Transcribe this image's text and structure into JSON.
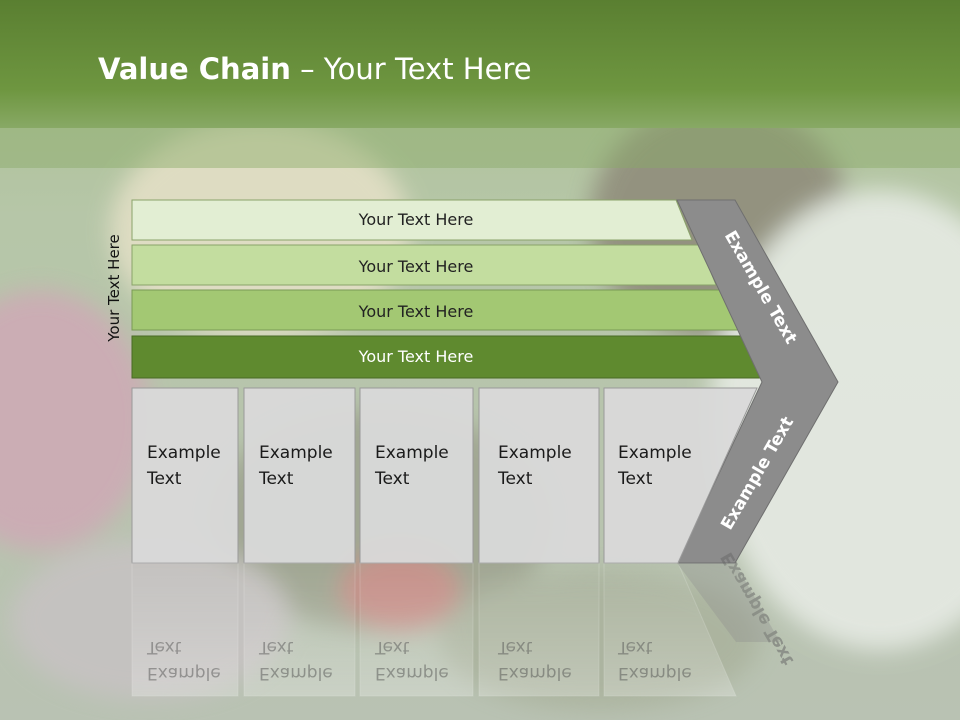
{
  "slide": {
    "title_bold": "Value Chain",
    "title_rest": " – Your Text Here",
    "side_label": "Your Text Here"
  },
  "bars": [
    {
      "label": "Your Text Here",
      "fill": "#e2eed3",
      "text_color": "#222222"
    },
    {
      "label": "Your Text Here",
      "fill": "#c3dd9f",
      "text_color": "#222222"
    },
    {
      "label": "Your Text Here",
      "fill": "#a3c873",
      "text_color": "#222222"
    },
    {
      "label": "Your Text Here",
      "fill": "#5f8a2f",
      "text_color": "#ffffff"
    }
  ],
  "boxes": [
    {
      "line1": "Example",
      "line2": "Text"
    },
    {
      "line1": "Example",
      "line2": "Text"
    },
    {
      "line1": "Example",
      "line2": "Text"
    },
    {
      "line1": "Example",
      "line2": "Text"
    },
    {
      "line1": "Example",
      "line2": "Text"
    }
  ],
  "arrow": {
    "upper_label": "Example Text",
    "lower_label": "Example Text",
    "fill": "#8c8c8c"
  },
  "colors": {
    "header_green": "#5d8733",
    "box_fill": "#d9d9d9",
    "box_stroke": "#9a9a9a"
  }
}
